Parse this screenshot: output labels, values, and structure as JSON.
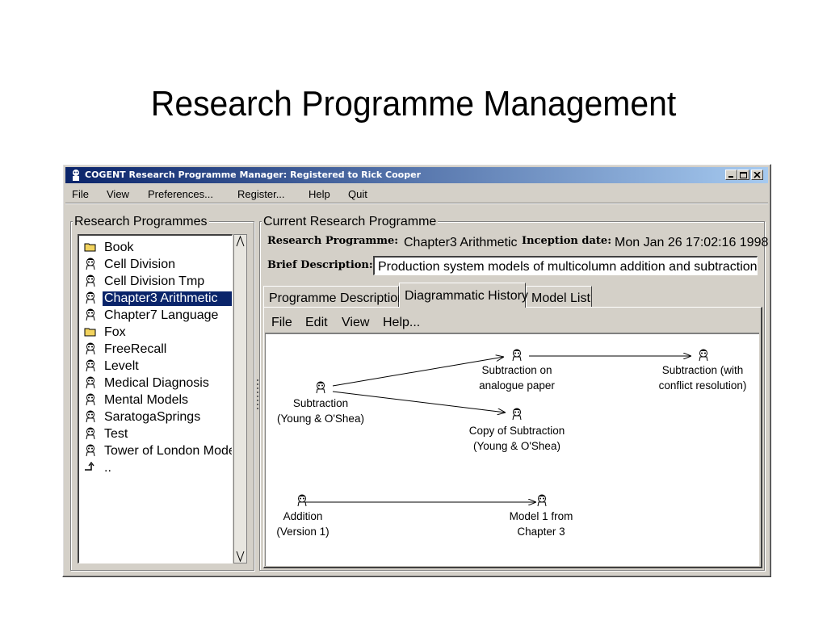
{
  "slide": {
    "title": "Research Programme Management"
  },
  "window": {
    "title": "COGENT Research Programme Manager: Registered to Rick Cooper",
    "controls": {
      "minimize": "_",
      "maximize": "□",
      "close": "×"
    }
  },
  "menubar": {
    "items": [
      "File",
      "View",
      "Preferences...",
      "Register...",
      "Help",
      "Quit"
    ]
  },
  "programmes_panel": {
    "label": "Research Programmes",
    "items": [
      {
        "label": "Book",
        "icon": "folder-icon"
      },
      {
        "label": "Cell Division",
        "icon": "programme-icon"
      },
      {
        "label": "Cell Division Tmp",
        "icon": "programme-icon"
      },
      {
        "label": "Chapter3 Arithmetic",
        "icon": "programme-icon",
        "selected": true
      },
      {
        "label": "Chapter7 Language",
        "icon": "programme-icon"
      },
      {
        "label": "Fox",
        "icon": "folder-icon"
      },
      {
        "label": "FreeRecall",
        "icon": "programme-icon"
      },
      {
        "label": "Levelt",
        "icon": "programme-icon"
      },
      {
        "label": "Medical Diagnosis",
        "icon": "programme-icon"
      },
      {
        "label": "Mental Models",
        "icon": "programme-icon"
      },
      {
        "label": "SaratogaSprings",
        "icon": "programme-icon"
      },
      {
        "label": "Test",
        "icon": "programme-icon"
      },
      {
        "label": "Tower of London Models",
        "icon": "programme-icon"
      },
      {
        "label": "..",
        "icon": "parent-dir-icon"
      }
    ]
  },
  "current_panel": {
    "label": "Current Research Programme",
    "programme_label": "Research Programme:",
    "programme_value": "Chapter3 Arithmetic",
    "inception_label": "Inception date:",
    "inception_value": "Mon Jan 26 17:02:16 1998",
    "description_label": "Brief Description:",
    "description_value": "Production system models of multicolumn addition and subtraction",
    "tabs": [
      {
        "label": "Programme Description"
      },
      {
        "label": "Diagrammatic History",
        "active": true
      },
      {
        "label": "Model List"
      }
    ],
    "inner_menu": [
      "File",
      "Edit",
      "View",
      "Help..."
    ]
  },
  "diagram": {
    "nodes": [
      {
        "id": "subtraction",
        "label_lines": [
          "Subtraction",
          "(Young & O'Shea)"
        ]
      },
      {
        "id": "sub_analogue",
        "label_lines": [
          "Subtraction on",
          "analogue paper"
        ]
      },
      {
        "id": "sub_conflict",
        "label_lines": [
          "Subtraction (with",
          "conflict resolution)"
        ]
      },
      {
        "id": "copy_sub",
        "label_lines": [
          "Copy of Subtraction",
          "(Young & O'Shea)"
        ]
      },
      {
        "id": "addition",
        "label_lines": [
          "Addition",
          "(Version 1)"
        ]
      },
      {
        "id": "model1",
        "label_lines": [
          "Model 1 from",
          "Chapter 3"
        ]
      }
    ],
    "edges": [
      {
        "from": "subtraction",
        "to": "sub_analogue"
      },
      {
        "from": "sub_analogue",
        "to": "sub_conflict"
      },
      {
        "from": "subtraction",
        "to": "copy_sub"
      },
      {
        "from": "addition",
        "to": "model1"
      }
    ]
  },
  "colors": {
    "face": "#d4d0c8",
    "title_start": "#0a246a",
    "title_end": "#a6caf0",
    "selection": "#0a246a",
    "folder": "#f2d35e"
  }
}
